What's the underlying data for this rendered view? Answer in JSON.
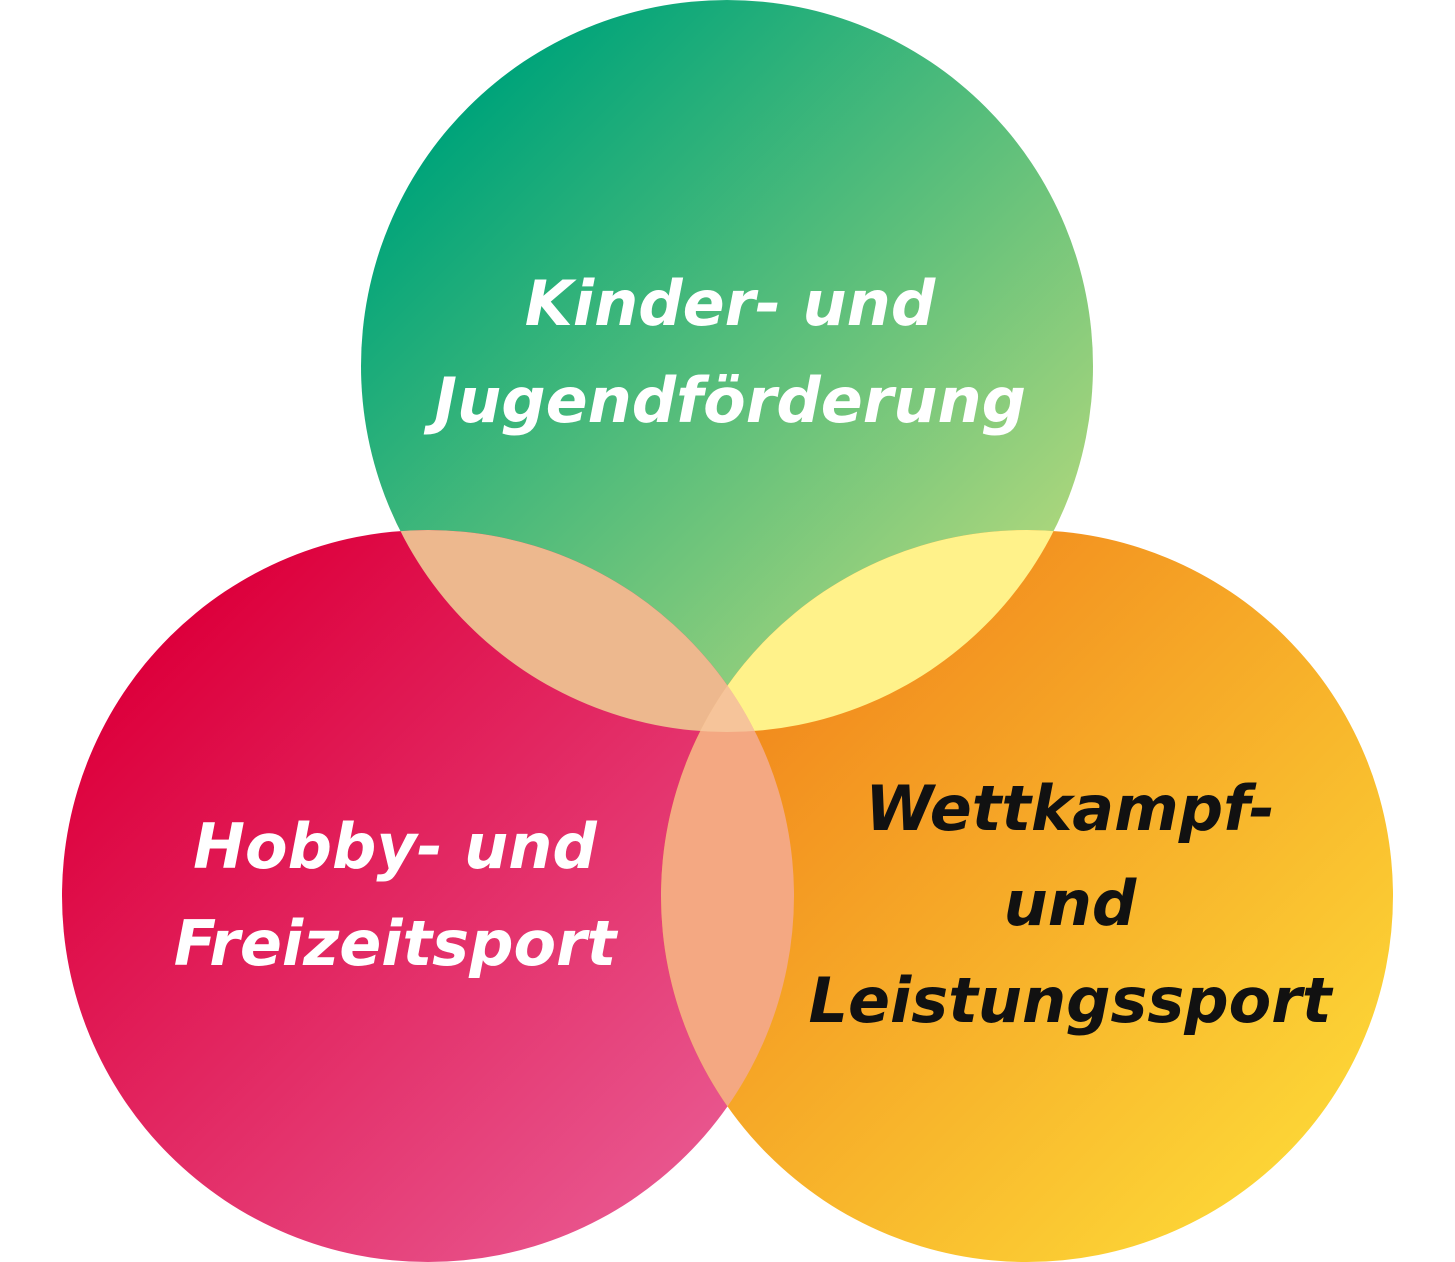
{
  "diagram": {
    "type": "venn",
    "circles": [
      {
        "id": "top",
        "lines": [
          "Kinder- und",
          "Jugendförderung"
        ],
        "color_start": "#00a47a",
        "color_end": "#b8da7c",
        "text_color": "#ffffff"
      },
      {
        "id": "left",
        "lines": [
          "Hobby- und",
          "Freizeitsport"
        ],
        "color_start": "#dd003c",
        "color_end": "#e95a92",
        "text_color": "#ffffff"
      },
      {
        "id": "right",
        "lines": [
          "Wettkampf-",
          "und",
          "Leistungssport"
        ],
        "color_start": "#f28c1e",
        "color_end": "#fddb38",
        "text_color": "#111111"
      }
    ],
    "overlaps": {
      "top_left": "#edb88e",
      "top_right": "#fff28a",
      "left_right": "#f4a882",
      "center": "#f6c49a"
    }
  }
}
